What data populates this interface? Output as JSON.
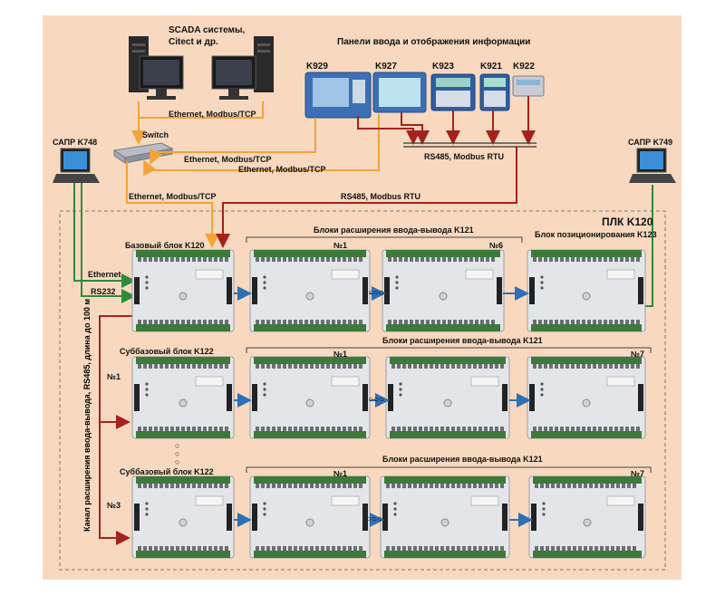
{
  "scada": {
    "title_line1": "SCADA системы,",
    "title_line2": "Citect и др."
  },
  "panels_title": "Панели ввода и отображения информации",
  "panel_models": [
    "K929",
    "K927",
    "K923",
    "K921",
    "K922"
  ],
  "switch_label": "Switch",
  "links": {
    "ethernet_modbus_tcp": "Ethernet, Modbus/TCP",
    "rs485_modbus_rtu": "RS485, Modbus RTU",
    "ethernet": "Ethernet",
    "rs232": "RS232"
  },
  "sapr_left": "САПР K748",
  "sapr_right": "САПР K749",
  "plc_title": "ПЛК K120",
  "base_block": "Базовый блок K120",
  "expansion_title": "Блоки расширения ввода-вывода K121",
  "positioning_block": "Блок позиционирования K123",
  "subbase_block": "Суббазовый блок K122",
  "index_labels": {
    "n1": "№1",
    "n3": "№3",
    "n6": "№6",
    "n7": "№7"
  },
  "channel_label": "Канал расширения ввода-вывода, RS485, длина до 100 м",
  "ellipsis": "○○○",
  "colors": {
    "background": "#f8d9bf",
    "ethernet": "#f2a33a",
    "rs485": "#a5211d",
    "programming": "#2f8a3a",
    "bus_arrow": "#2f6fb5"
  }
}
